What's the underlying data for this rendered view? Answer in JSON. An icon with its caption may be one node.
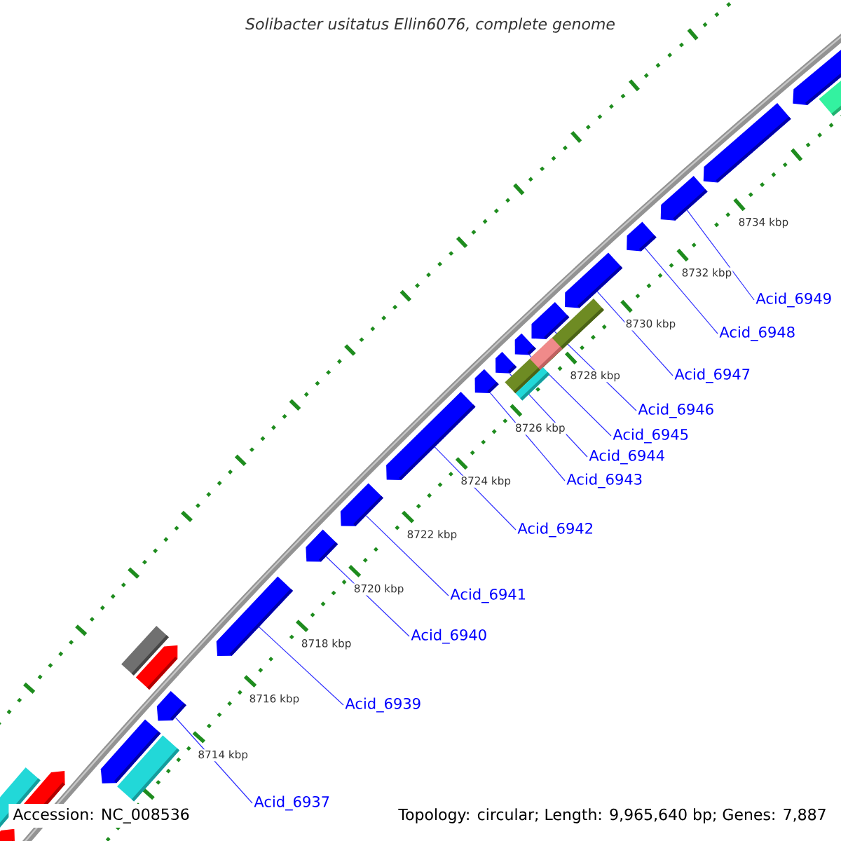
{
  "diagram": {
    "title": "Solibacter usitatus Ellin6076, complete genome",
    "nodes": [
      {
        "text": [
          "Acid_6937"
        ]
      },
      {
        "text": [
          "Acid_6939"
        ]
      },
      {
        "text": [
          "Acid_6940"
        ]
      },
      {
        "text": [
          "Acid_6941"
        ]
      },
      {
        "text": [
          "Acid_6942"
        ]
      },
      {
        "text": [
          "Acid_6943"
        ]
      },
      {
        "text": [
          "Acid_6944"
        ]
      },
      {
        "text": [
          "Acid_6945"
        ]
      },
      {
        "text": [
          "Acid_6946"
        ]
      },
      {
        "text": [
          "Acid_6947"
        ]
      },
      {
        "text": [
          "Acid_6948"
        ]
      },
      {
        "text": [
          "Acid_6949"
        ]
      },
      {
        "text": [],
        "shape": "pentagon"
      },
      {
        "text": [],
        "shape": "pentagon"
      },
      {
        "text": [],
        "shape": "pentagon"
      },
      {
        "text": [],
        "shape": "pentagon"
      },
      {
        "text": [],
        "shape": "pentagon"
      },
      {
        "text": [],
        "shape": "pentagon"
      },
      {
        "text": [],
        "shape": "pentagon"
      },
      {
        "text": [],
        "shape": "pentagon"
      },
      {
        "text": [],
        "shape": "pentagon"
      },
      {
        "text": [],
        "shape": "pentagon"
      },
      {
        "text": [],
        "shape": "pentagon"
      },
      {
        "text": [],
        "shape": "pentagon"
      },
      {
        "text": [],
        "shape": "pentagon"
      },
      {
        "text": [],
        "shape": "pentagon"
      },
      {
        "text": [],
        "shape": "pentagon"
      }
    ],
    "edges": [
      {
        "from": 0,
        "to": 13,
        "arrow": "none"
      },
      {
        "from": 1,
        "to": 14,
        "arrow": "none"
      },
      {
        "from": 2,
        "to": 15,
        "arrow": "none"
      },
      {
        "from": 3,
        "to": 16,
        "arrow": "none"
      },
      {
        "from": 4,
        "to": 17,
        "arrow": "none"
      },
      {
        "from": 5,
        "to": 18,
        "arrow": "none"
      },
      {
        "from": 6,
        "to": 19,
        "arrow": "none"
      },
      {
        "from": 7,
        "to": 20,
        "arrow": "none"
      },
      {
        "from": 8,
        "to": 21,
        "arrow": "none"
      },
      {
        "from": 9,
        "to": 22,
        "arrow": "none"
      },
      {
        "from": 10,
        "to": 23,
        "arrow": "none"
      },
      {
        "from": 11,
        "to": 24,
        "arrow": "none"
      }
    ],
    "labels": [
      "8714 kbp",
      "8716 kbp",
      "8718 kbp",
      "8720 kbp",
      "8722 kbp",
      "8724 kbp",
      "8726 kbp",
      "8728 kbp",
      "8730 kbp",
      "8732 kbp",
      "8734 kbp",
      "Accession: NC_008536",
      "Topology: circular; Length: 9,965,640 bp; Genes: 7,887"
    ]
  }
}
